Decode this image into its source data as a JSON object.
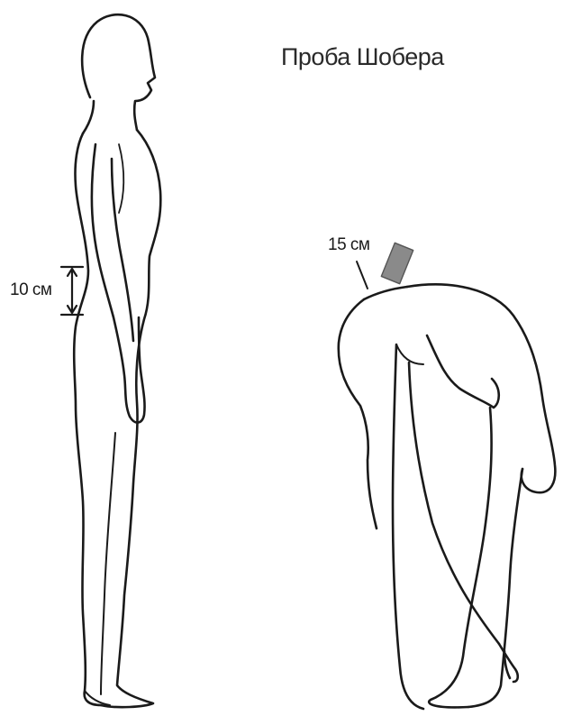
{
  "title": "Проба Шобера",
  "standing_figure": {
    "measurement_label": "10 см"
  },
  "bent_figure": {
    "measurement_label": "15 см"
  },
  "colors": {
    "line": "#1a1a1a",
    "background": "#ffffff",
    "marker_fill": "#8a8a8a"
  }
}
